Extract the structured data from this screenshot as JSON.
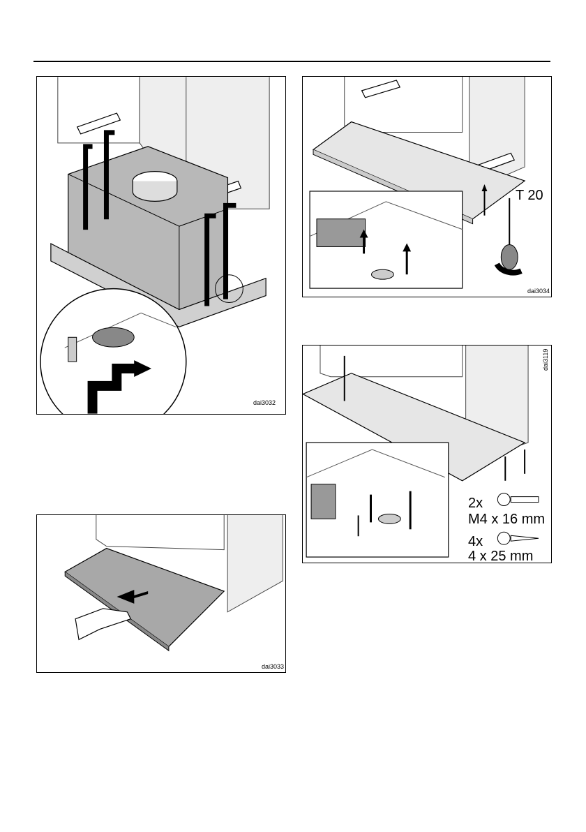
{
  "figures": [
    {
      "id": "fig1",
      "code": "dai3032"
    },
    {
      "id": "fig2",
      "code": "dai3034",
      "tool_label": "T 20"
    },
    {
      "id": "fig3",
      "code": "dai3033"
    },
    {
      "id": "fig4",
      "code": "dai3119",
      "screw1_qty": "2x",
      "screw1_size": "M4 x 16 mm",
      "screw2_qty": "4x",
      "screw2_size": "4 x 25 mm"
    }
  ]
}
